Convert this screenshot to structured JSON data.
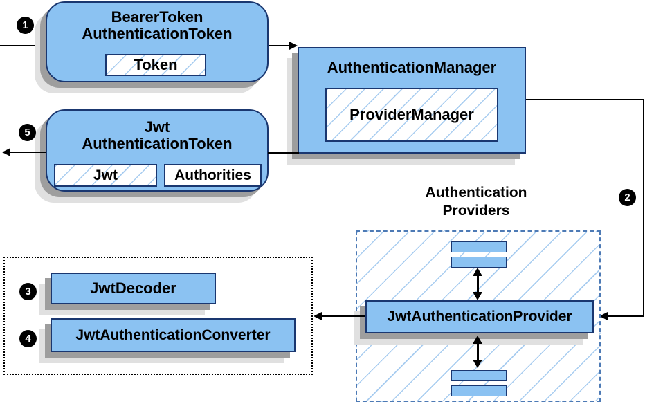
{
  "colors": {
    "node_fill": "#8bc2f2",
    "node_border": "#1a3770",
    "hatch_line": "#a9cdf0",
    "providers_border": "#4d7ab5",
    "shadow_dark": "#9e9e9e",
    "shadow_light": "#e0e0e0",
    "arrow": "#000000",
    "text": "#000000"
  },
  "badges": {
    "step1": "1",
    "step2": "2",
    "step3": "3",
    "step4": "4",
    "step5": "5"
  },
  "bearer_token_node": {
    "title_line1": "BearerToken",
    "title_line2": "AuthenticationToken",
    "inner": "Token"
  },
  "authentication_manager_node": {
    "title": "AuthenticationManager",
    "inner": "ProviderManager"
  },
  "jwt_token_node": {
    "title_line1": "Jwt",
    "title_line2": "AuthenticationToken",
    "inner_left": "Jwt",
    "inner_right": "Authorities"
  },
  "providers_group": {
    "label_line1": "Authentication",
    "label_line2": "Providers",
    "provider_label": "JwtAuthenticationProvider"
  },
  "decoder_group": {
    "decoder_label": "JwtDecoder",
    "converter_label": "JwtAuthenticationConverter"
  }
}
